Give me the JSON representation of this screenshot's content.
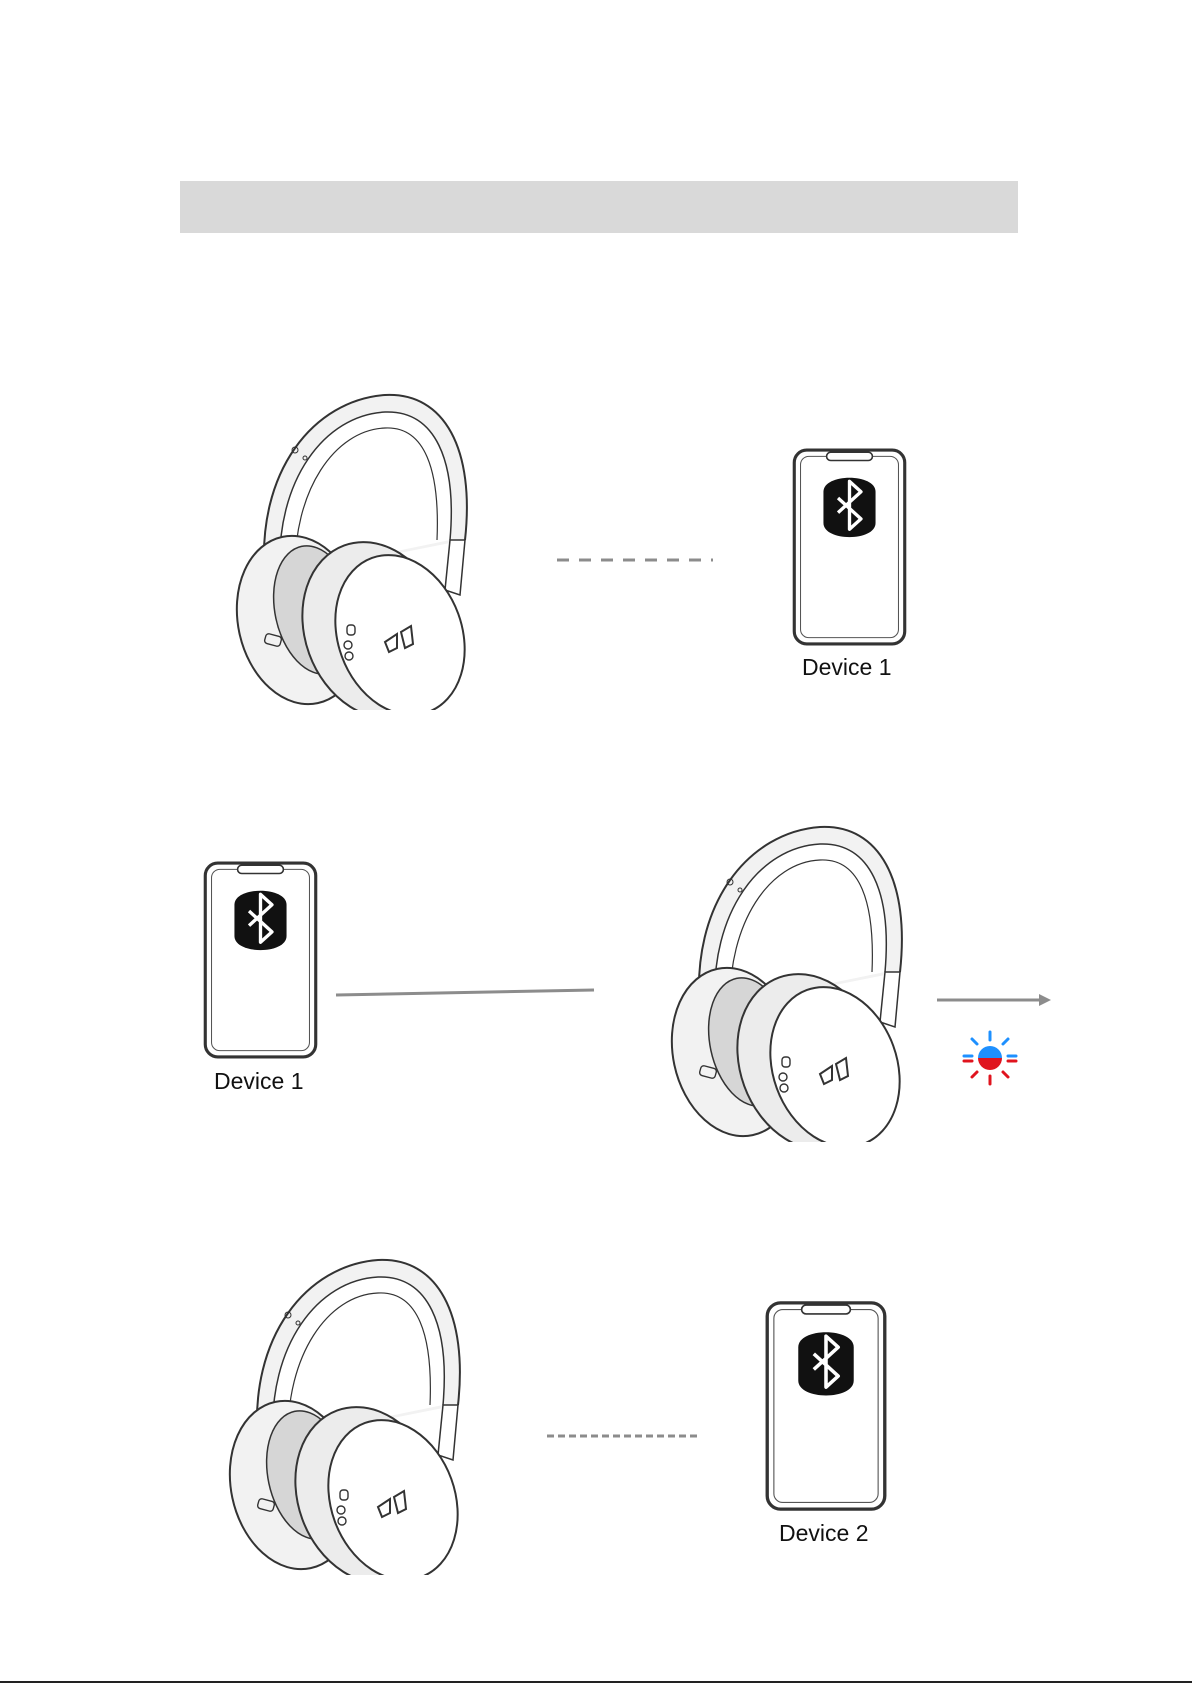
{
  "header": {
    "title": ""
  },
  "steps": [
    {
      "device_label": "Device 1",
      "connection": "dashed"
    },
    {
      "device_label": "Device 1",
      "connection": "solid",
      "indicator": "blue-red-flashing"
    },
    {
      "device_label": "Device 2",
      "connection": "dashed"
    }
  ],
  "colors": {
    "header_bar": "#d9d9d9",
    "line_art": "#333333",
    "headphone_fill": "#f2f2f2",
    "indicator_blue": "#1e90ff",
    "indicator_red": "#e0141e",
    "link_gray": "#8c8c8c",
    "phone_bluetooth": "#111111"
  },
  "icons": [
    "headphones-icon",
    "smartphone-icon",
    "bluetooth-icon",
    "arrow-right-icon",
    "led-flash-icon"
  ]
}
